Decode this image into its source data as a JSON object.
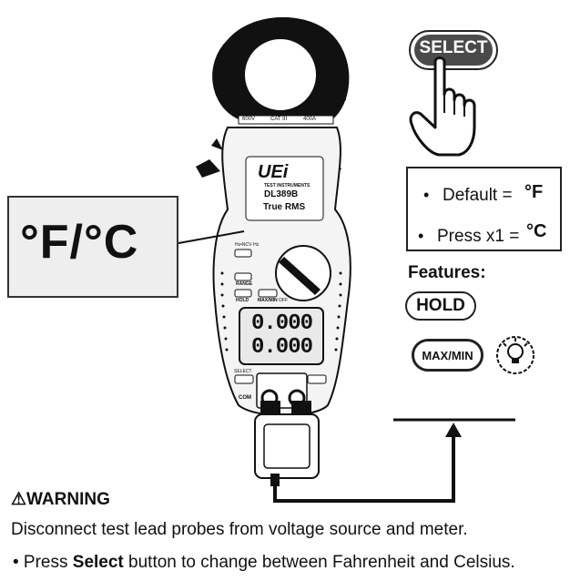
{
  "select_button": {
    "label": "SELECT"
  },
  "unit_callout": {
    "text": "°F/°C"
  },
  "info": {
    "bullet": "•",
    "default_label": "Default =",
    "default_unit": "°F",
    "press_label": "Press x1 =",
    "press_unit": "°C"
  },
  "features": {
    "title": "Features:",
    "hold_label": "HOLD",
    "maxmin_label": "MAX/MIN"
  },
  "meter": {
    "brand": "UEi",
    "brand_sub": "TEST INSTRUMENTS",
    "model": "DL389B",
    "subtitle": "True RMS",
    "rating_1": "600V",
    "rating_2": "CAT III",
    "rating_3": "400A",
    "display_digits_top": "0.000",
    "display_digits_bottom": "0.000",
    "hold_key": "HOLD",
    "maxmin_key": "MAX/MIN",
    "range_key": "RANGE",
    "select_key": "SELECT",
    "com_label": "COM",
    "off_label": "OFF",
    "ncv_label": "Hz•NCV·Hz"
  },
  "warning": {
    "title": "⚠WARNING",
    "text": "Disconnect test lead probes from voltage source and meter.",
    "bullet_prefix": "• Press ",
    "bullet_bold": "Select",
    "bullet_suffix": " button to change between Fahrenheit and Celsius."
  },
  "colors": {
    "select_button_fill": "#4a4a4a",
    "callout_fill": "#eeeeee",
    "ink": "#111111"
  }
}
